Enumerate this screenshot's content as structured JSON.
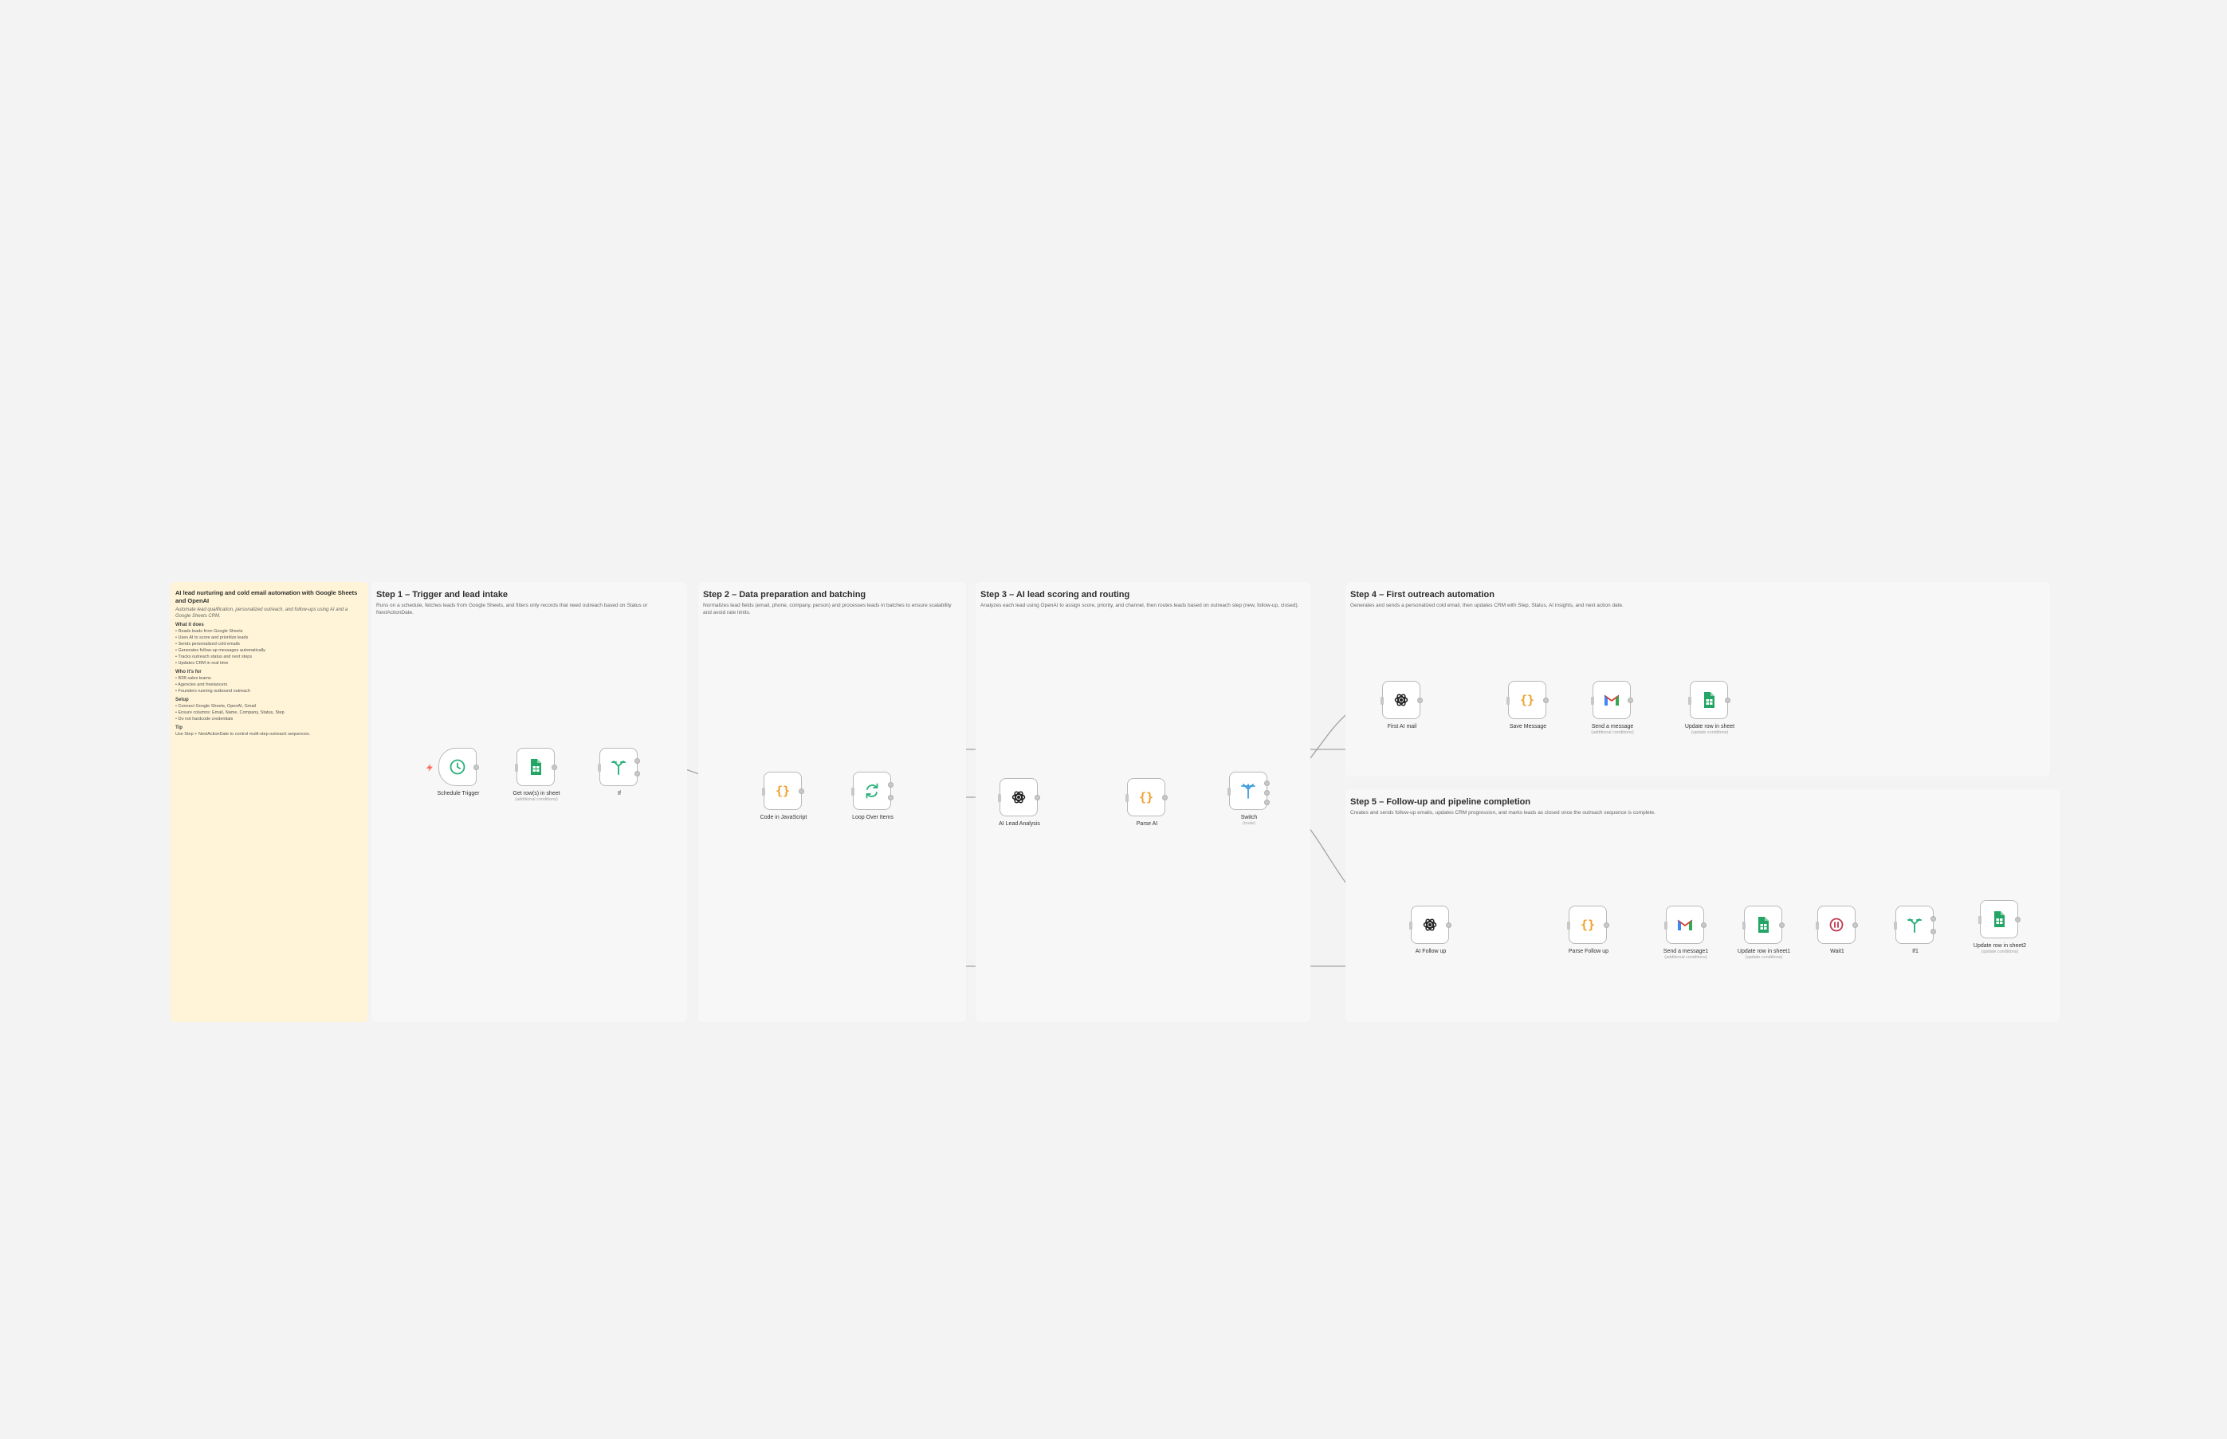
{
  "overview": {
    "title": "AI lead nurturing and cold email automation with Google Sheets and OpenAI",
    "subtitle": "Automate lead qualification, personalized outreach, and follow-ups using AI and a Google Sheets CRM.",
    "what_it_does_heading": "What it does",
    "what_it_does": [
      "Reads leads from Google Sheets",
      "Uses AI to score and prioritize leads",
      "Sends personalized cold emails",
      "Generates follow-up messages automatically",
      "Tracks outreach status and next steps",
      "Updates CRM in real time"
    ],
    "who_heading": "Who it's for",
    "who": [
      "B2B sales teams",
      "Agencies and freelancers",
      "Founders running outbound outreach"
    ],
    "setup_heading": "Setup",
    "setup": [
      "Connect Google Sheets, OpenAI, Gmail",
      "Ensure columns: Email, Name, Company, Status, Step",
      "Do not hardcode credentials"
    ],
    "tip_heading": "Tip",
    "tip": "Use Step + NextActionDate to control multi-step outreach sequences."
  },
  "sections": [
    {
      "title": "Step 1 – Trigger and lead intake",
      "desc": "Runs on a schedule, fetches leads from Google Sheets, and filters only records that need outreach based on Status or NextActionDate."
    },
    {
      "title": "Step 2 – Data preparation and batching",
      "desc": "Normalizes lead fields (email, phone, company, person) and processes leads in batches to ensure scalability and avoid rate limits."
    },
    {
      "title": "Step 3 – AI lead scoring and routing",
      "desc": "Analyzes each lead using OpenAI to assign score, priority, and channel, then routes leads based on outreach step (new, follow-up, closed)."
    },
    {
      "title": "Step 4 – First outreach automation",
      "desc": "Generates and sends a personalized cold email, then updates CRM with Step, Status, AI insights, and next action date."
    },
    {
      "title": "Step 5 – Follow-up and pipeline completion",
      "desc": "Creates and sends follow-up emails, updates CRM progression, and marks leads as closed once the outreach sequence is complete."
    }
  ],
  "nodes": [
    {
      "id": "schedule",
      "label": "Schedule Trigger",
      "sub": "",
      "icon": "clock-icon"
    },
    {
      "id": "getrows",
      "label": "Get row(s) in sheet",
      "sub": "(additional conditions)",
      "icon": "google-sheets-icon"
    },
    {
      "id": "if1",
      "label": "If",
      "sub": "",
      "icon": "if-branch-icon"
    },
    {
      "id": "code",
      "label": "Code in JavaScript",
      "sub": "",
      "icon": "code-braces-icon"
    },
    {
      "id": "loop",
      "label": "Loop Over Items",
      "sub": "",
      "icon": "loop-icon"
    },
    {
      "id": "ailead",
      "label": "AI Lead Analysis",
      "sub": "",
      "icon": "openai-icon"
    },
    {
      "id": "parseai",
      "label": "Parse AI",
      "sub": "",
      "icon": "code-braces-icon"
    },
    {
      "id": "switch",
      "label": "Switch",
      "sub": "(route)",
      "icon": "switch-icon"
    },
    {
      "id": "firstai",
      "label": "First AI mail",
      "sub": "",
      "icon": "openai-icon"
    },
    {
      "id": "savemsg",
      "label": "Save Message",
      "sub": "",
      "icon": "code-braces-icon"
    },
    {
      "id": "sendmsg",
      "label": "Send a message",
      "sub": "(additional conditions)",
      "icon": "gmail-icon"
    },
    {
      "id": "updrow",
      "label": "Update row in sheet",
      "sub": "(update conditions)",
      "icon": "google-sheets-icon"
    },
    {
      "id": "aifollow",
      "label": "AI Follow up",
      "sub": "",
      "icon": "openai-icon"
    },
    {
      "id": "parsefollow",
      "label": "Parse Follow up",
      "sub": "",
      "icon": "code-braces-icon"
    },
    {
      "id": "sendmsg1",
      "label": "Send a message1",
      "sub": "(additional conditions)",
      "icon": "gmail-icon"
    },
    {
      "id": "updrow1",
      "label": "Update row in sheet1",
      "sub": "(update conditions)",
      "icon": "google-sheets-icon"
    },
    {
      "id": "wait",
      "label": "Wait1",
      "sub": "",
      "icon": "wait-pause-icon"
    },
    {
      "id": "if2",
      "label": "If1",
      "sub": "",
      "icon": "if-branch-icon"
    },
    {
      "id": "updrow2",
      "label": "Update row in sheet2",
      "sub": "(update conditions)",
      "icon": "google-sheets-icon"
    }
  ],
  "colors": {
    "canvas": "#f3f3f3",
    "sticky_yellow": "#fff4d7",
    "sticky_grey": "#f7f7f7",
    "wire": "#9c9c9c",
    "sheets_green": "#23a566",
    "code_orange": "#f0a12b",
    "loop_green": "#27b07a",
    "switch_blue": "#3f9de0",
    "trigger_red": "#ff6d5a"
  }
}
